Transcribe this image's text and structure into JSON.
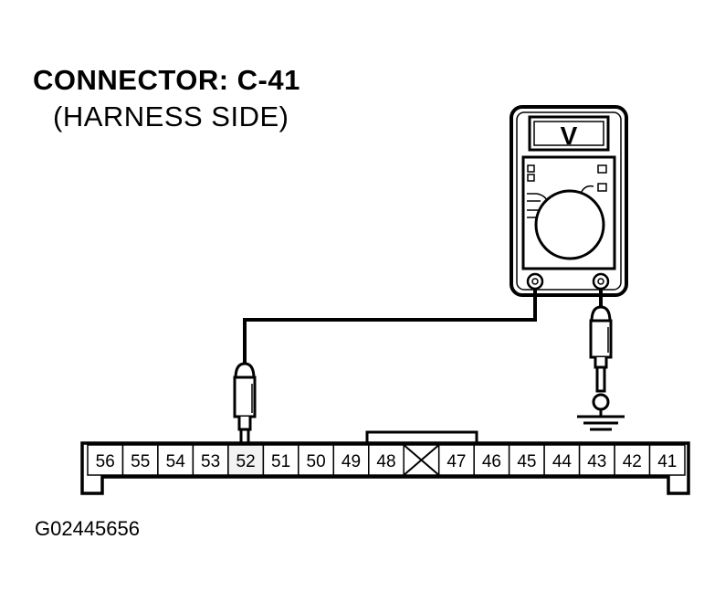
{
  "diagram": {
    "title": "CONNECTOR: C-41",
    "subtitle": "(HARNESS SIDE)",
    "figure_code": "G02445656",
    "meter_display": "V",
    "connector": {
      "top_row": [
        "56",
        "55",
        "54",
        "53",
        "52",
        "51",
        "50",
        "49",
        "48",
        "",
        "47",
        "46",
        "45",
        "44",
        "43",
        "42",
        "41"
      ],
      "blank_cavity_index": 9,
      "probe_terminal": "52"
    }
  }
}
